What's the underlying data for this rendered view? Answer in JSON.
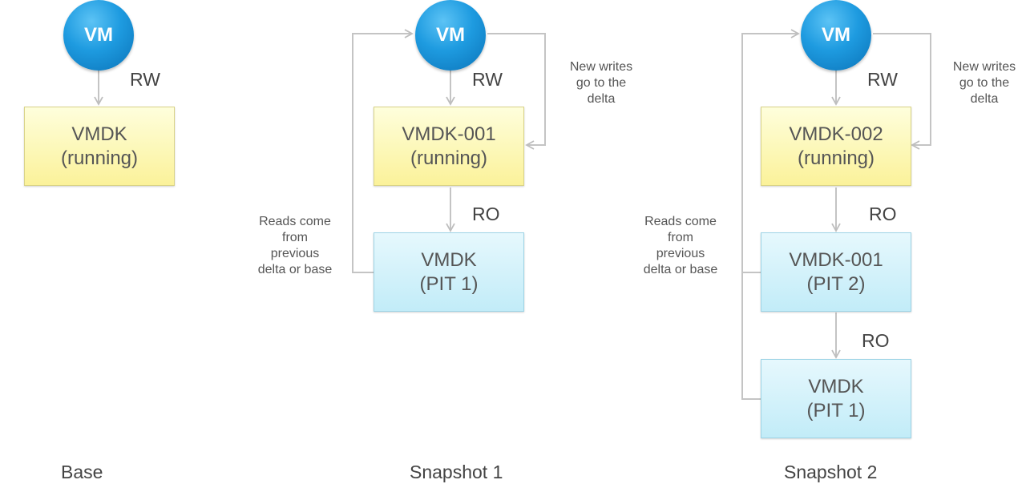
{
  "vm_label": "VM",
  "labels": {
    "rw": "RW",
    "ro": "RO"
  },
  "notes": {
    "new_writes": [
      "New writes",
      "go to the",
      "delta"
    ],
    "reads_come": [
      "Reads come",
      "from",
      "previous",
      "delta or base"
    ]
  },
  "base": {
    "caption": "Base",
    "disk": {
      "line1": "VMDK",
      "line2": "(running)"
    }
  },
  "snapshot1": {
    "caption": "Snapshot 1",
    "running_disk": {
      "line1": "VMDK-001",
      "line2": "(running)"
    },
    "pit_disk": {
      "line1": "VMDK",
      "line2": "(PIT 1)"
    }
  },
  "snapshot2": {
    "caption": "Snapshot 2",
    "running_disk": {
      "line1": "VMDK-002",
      "line2": "(running)"
    },
    "pit2_disk": {
      "line1": "VMDK-001",
      "line2": "(PIT 2)"
    },
    "pit1_disk": {
      "line1": "VMDK",
      "line2": "(PIT 1)"
    }
  },
  "colors": {
    "vm_blue": "#1e9be0",
    "running_yellow": "#fbf29a",
    "pit_blue": "#c2ecf8",
    "connector_gray": "#c0c0c0"
  }
}
